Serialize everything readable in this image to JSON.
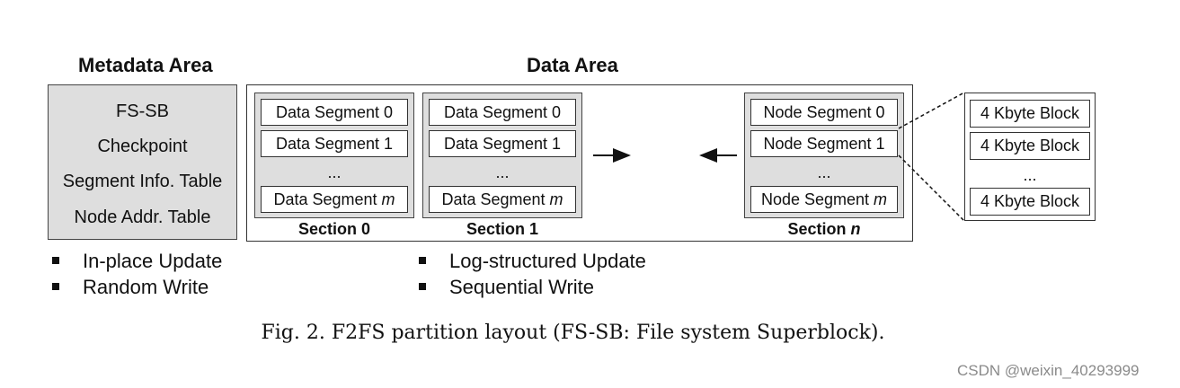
{
  "metadata_area": {
    "title": "Metadata Area",
    "items": [
      "FS-SB",
      "Checkpoint",
      "Segment Info. Table",
      "Node Addr. Table"
    ]
  },
  "data_area": {
    "title": "Data Area",
    "sections": [
      {
        "label": "Section",
        "index": "0",
        "segments": [
          "Data Segment 0",
          "Data Segment 1",
          "...",
          "Data Segment"
        ],
        "last_index": "m"
      },
      {
        "label": "Section",
        "index": "1",
        "segments": [
          "Data Segment 0",
          "Data Segment 1",
          "...",
          "Data Segment"
        ],
        "last_index": "m"
      },
      {
        "label": "Section",
        "index": "n",
        "segments": [
          "Node Segment 0",
          "Node Segment 1",
          "...",
          "Node Segment"
        ],
        "last_index": "m"
      }
    ]
  },
  "blocks": {
    "items": [
      "4 Kbyte Block",
      "4 Kbyte Block",
      "...",
      "4 Kbyte Block"
    ]
  },
  "bullets_left": [
    "In-place Update",
    "Random Write"
  ],
  "bullets_right": [
    "Log-structured Update",
    "Sequential Write"
  ],
  "caption": "Fig. 2.  F2FS partition layout (FS-SB: File system Superblock).",
  "watermark": "CSDN @weixin_40293999"
}
